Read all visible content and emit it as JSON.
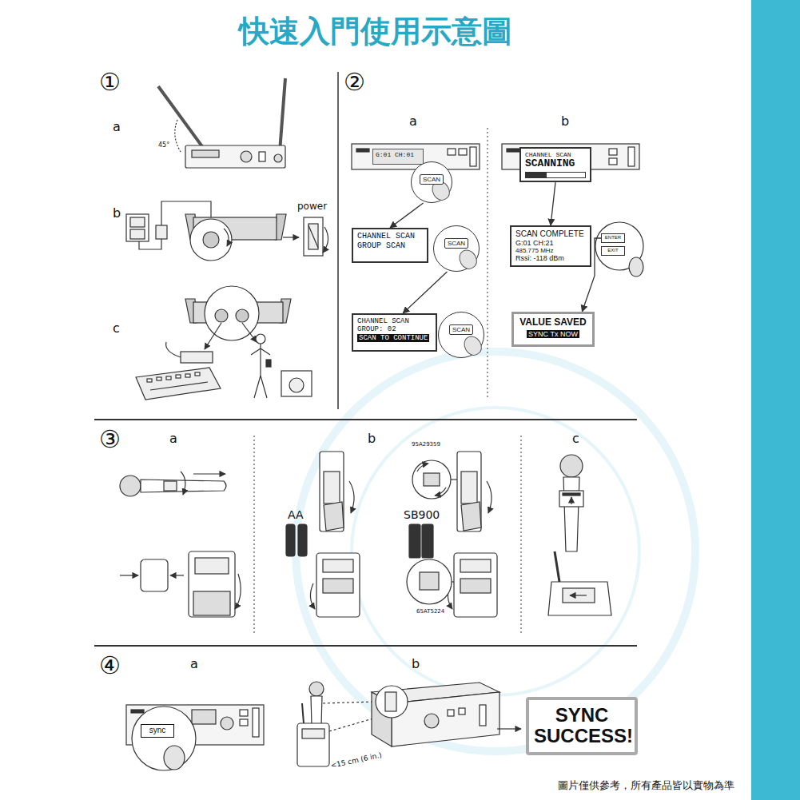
{
  "diagram": {
    "title": "快速入門使用示意圖",
    "caption": "圖片僅供參考，所有產品皆以實物為準",
    "nodes": [
      {
        "text": [
          "G:01 CH:01"
        ]
      },
      {
        "text": [
          "SCAN"
        ]
      },
      {
        "text": [
          "CHANNEL SCAN",
          "GROUP SCAN"
        ]
      },
      {
        "text": [
          "SCAN"
        ]
      },
      {
        "text": [
          "CHANNEL SCAN",
          "GROUP: 02",
          "SCAN TO CONTINUE"
        ]
      },
      {
        "text": [
          "SCAN"
        ]
      },
      {
        "text": [
          "CHANNEL SCAN",
          "SCANNING"
        ]
      },
      {
        "text": [
          "SCAN COMPLETE",
          "G:01 CH:21",
          "485.775 MHz",
          "Rssi: -118 dBm"
        ]
      },
      {
        "text": [
          "ENTER"
        ]
      },
      {
        "text": [
          "EXIT"
        ]
      },
      {
        "text": [
          "VALUE SAVED",
          "SYNC Tx NOW"
        ]
      },
      {
        "text": [
          "sync"
        ]
      },
      {
        "text": [
          "SYNC SUCCESS!"
        ]
      }
    ],
    "edges": [
      {
        "from": 1,
        "to": 2,
        "arrow": "to"
      },
      {
        "from": 3,
        "to": 4,
        "arrow": "to"
      },
      {
        "from": 6,
        "to": 7,
        "arrow": "to"
      },
      {
        "from": 8,
        "to": 10,
        "arrow": "to"
      }
    ],
    "labels": [
      "①",
      "a",
      "45°",
      "b",
      "power",
      "c",
      "②",
      "a",
      "b",
      "③",
      "a",
      "b",
      "95A29359",
      "AA",
      "SB900",
      "65AT5224",
      "c",
      "④",
      "a",
      "b",
      "<15 cm (6 in.)"
    ]
  }
}
